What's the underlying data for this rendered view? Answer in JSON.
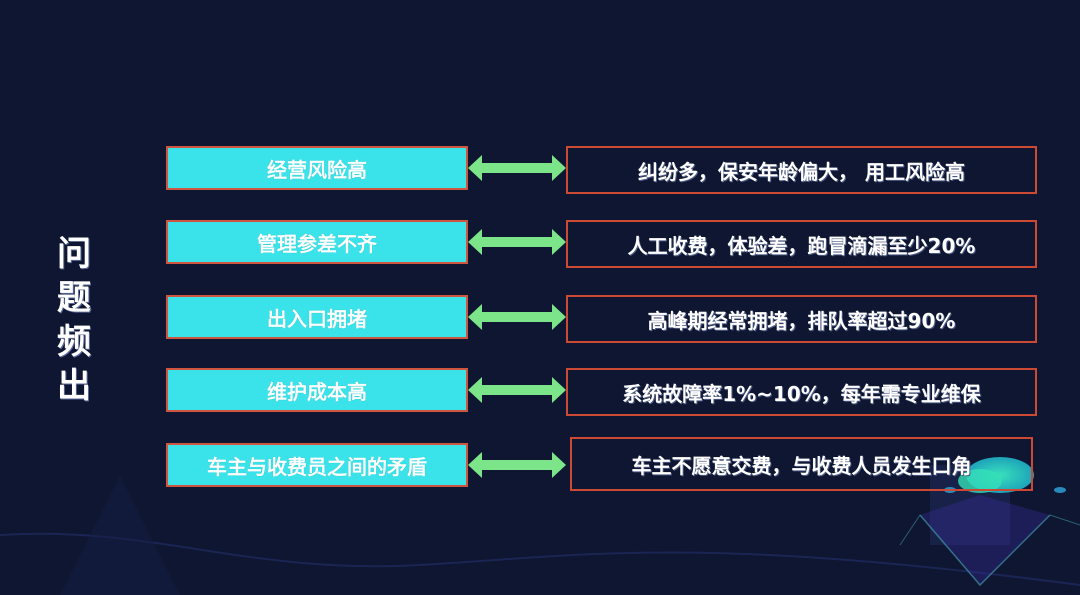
{
  "title": {
    "chars": [
      "问",
      "题",
      "频",
      "出"
    ]
  },
  "colors": {
    "background": "#0e1631",
    "left_box_fill": "#3ae2ea",
    "box_border": "#cc4a34",
    "arrow": "#7ce58a",
    "text": "#ffffff"
  },
  "rows": [
    {
      "problem": "经营风险高",
      "detail": "纠纷多，保安年龄偏大， 用工风险高"
    },
    {
      "problem": "管理参差不齐",
      "detail": "人工收费，体验差，跑冒滴漏至少20%"
    },
    {
      "problem": "出入口拥堵",
      "detail": "高峰期经常拥堵，排队率超过90%"
    },
    {
      "problem": "维护成本高",
      "detail": "系统故障率1%~10%，每年需专业维保"
    },
    {
      "problem": "车主与收费员之间的矛盾",
      "detail": "车主不愿意交费，与收费人员发生口角"
    }
  ],
  "icons": {
    "arrow": "double-headed-arrow-icon"
  }
}
